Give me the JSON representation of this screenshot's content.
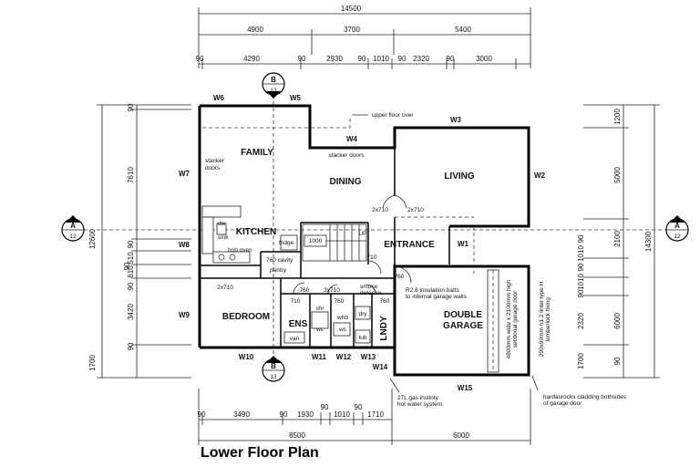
{
  "title": "Lower Floor Plan",
  "dimensions_top": {
    "overall": "14500",
    "row2": [
      "4900",
      "3700",
      "5400"
    ],
    "row3": [
      "90",
      "4290",
      "90",
      "2930",
      "90",
      "1010",
      "90",
      "2320",
      "90",
      "3000"
    ]
  },
  "dimensions_bottom": {
    "row1": [
      "90",
      "3490",
      "90",
      "1930",
      "90",
      "1010",
      "90",
      "1710"
    ],
    "row2": [
      "8500",
      "6000"
    ]
  },
  "dimensions_left": {
    "overall": "12600",
    "values": [
      "90",
      "7610",
      "90",
      "510",
      "90",
      "610",
      "90",
      "3420",
      "90",
      "1700"
    ]
  },
  "dimensions_right": {
    "overall": "14300",
    "values": [
      "1200",
      "5000",
      "2100",
      "90",
      "1010",
      "90",
      "1010",
      "90",
      "2320",
      "6000",
      "1700",
      "90"
    ]
  },
  "rooms": {
    "family": "FAMILY",
    "dining": "DINING",
    "living": "LIVING",
    "kitchen": "KITCHEN",
    "entrance": "ENTRANCE",
    "bedroom": "BEDROOM",
    "ens": "ENS",
    "lndy": "LNDY",
    "garage1": "DOUBLE",
    "garage2": "GARAGE"
  },
  "windows": {
    "w1": "W1",
    "w2": "W2",
    "w3": "W3",
    "w4": "W4",
    "w5": "W5",
    "w6": "W6",
    "w7": "W7",
    "w8": "W8",
    "w9": "W9",
    "w10": "W10",
    "w11": "W11",
    "w12": "W12",
    "w13": "W13",
    "w14": "W14",
    "w15": "W15"
  },
  "section_markers": {
    "a_label": "A",
    "a_sheet": "12",
    "b_label": "B",
    "b_sheet": "13"
  },
  "notes": {
    "upper_floor": "upper floor over",
    "stacker_doors": "stacker doors",
    "stacker_doors_left1": "stacker",
    "stacker_doors_left2": "doors",
    "door_2x710_a": "2x710",
    "door_2x710_b": "2x710",
    "door_2x710_c": "2x710",
    "dw": "dw",
    "sink": "sink",
    "hob_oven": "hob oven",
    "fridge": "fridge",
    "cavity": "760 cavity",
    "pantry": "pantry",
    "stair_1000": "1000",
    "up": "UP",
    "d710a": "710",
    "d760a": "760",
    "d760b": "760",
    "d3x710": "3x710",
    "d760c": "760",
    "d710b": "710",
    "d760d": "760",
    "smoke1": "smoke",
    "smoke2": "detector",
    "shr": "shr",
    "whb": "whb",
    "wc1": "wc",
    "wc2": "wc",
    "dry": "dry",
    "van": "van",
    "tub": "tub",
    "insulation1": "R2.8 insulation batts",
    "insulation2": "to internal garage walls",
    "garage_door1": "4800mm wide x 2100mm high",
    "garage_door2": "sectional garage door",
    "lintel1": "290x90mm h1.2 lintel type H",
    "lintel2": "kimberlock fixing",
    "gas1": "27L gas instinty",
    "gas2": "hot water system",
    "cladding1": "hardasrocks cladding bothsides",
    "cladding2": "of garage door"
  }
}
